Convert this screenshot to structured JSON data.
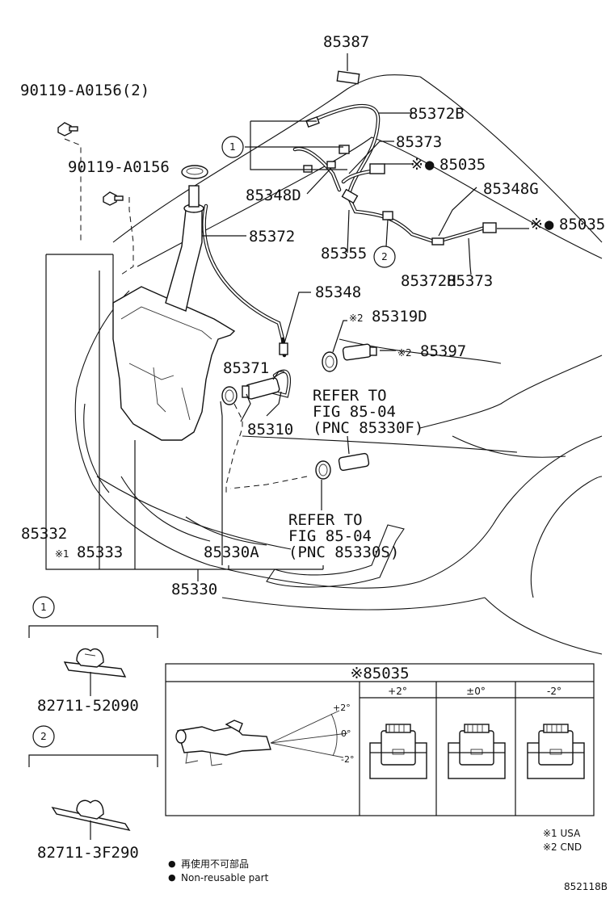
{
  "parts": {
    "p85387": "85387",
    "p90119_a0156_2": "90119-A0156(2)",
    "p85372b": "85372B",
    "p85373_top": "85373",
    "p85035_a": "85035",
    "p90119_a0156": "90119-A0156",
    "p85348d": "85348D",
    "p85348g": "85348G",
    "p85372": "85372",
    "p85035_b": "85035",
    "p85355": "85355",
    "p85372h": "85372H",
    "p85373_bottom": "85373",
    "p85348": "85348",
    "p85319d": "85319D",
    "p85371": "85371",
    "p85397": "85397",
    "p85310": "85310",
    "p85332": "85332",
    "p85333": "85333",
    "p85330a": "85330A",
    "p85330": "85330"
  },
  "marks": {
    "kome": "※",
    "kome1": "※1",
    "kome2": "※2",
    "non_reusable": "●",
    "circle_1": "1",
    "circle_2": "2"
  },
  "refer_1": [
    "REFER TO",
    "FIG 85-04",
    "(PNC 85330F)"
  ],
  "refer_2": [
    "REFER TO",
    "FIG 85-04",
    "(PNC 85330S)"
  ],
  "clip_parts": {
    "clip_1": "82711-52090",
    "clip_2": "82711-3F290"
  },
  "adjust_table": {
    "title": "※85035",
    "columns": [
      "+2°",
      "±0°",
      "-2°"
    ],
    "angle_labels": [
      "+2°",
      "0°",
      "-2°"
    ]
  },
  "legend": {
    "kome1_text": "※1 USA",
    "kome2_text": "※2 CND",
    "non_reusable_jp": "再使用不可部品",
    "non_reusable_en": "Non-reusable part"
  },
  "figure_id": "852118B"
}
